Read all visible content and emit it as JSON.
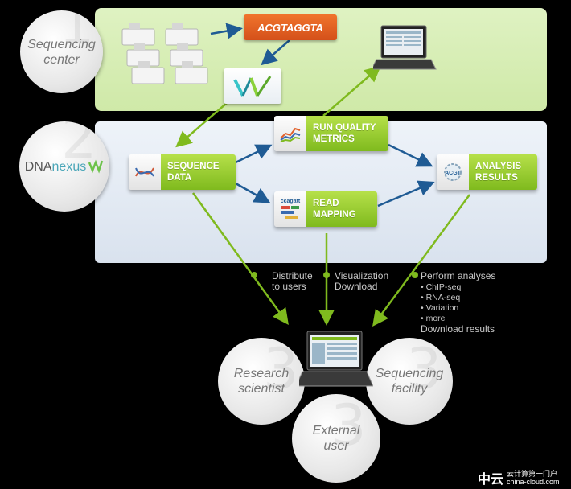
{
  "circles": {
    "sequencing_center": "Sequencing center",
    "research_scientist": "Research scientist",
    "external_user": "External user",
    "sequencing_facility": "Sequencing facility",
    "numbers": [
      "1",
      "2",
      "3",
      "3",
      "3"
    ]
  },
  "top": {
    "sequence_chip": "ACGTAGGTA"
  },
  "logo": {
    "dna": "DNA",
    "nexus": "nexus"
  },
  "boxes": {
    "sequence_data": "SEQUENCE DATA",
    "run_quality": "RUN QUALITY METRICS",
    "read_mapping": "READ MAPPING",
    "analysis_results": "ANALYSIS RESULTS",
    "read_mapping_icon_text": "ccagatt",
    "analysis_icon_text": "ACGT"
  },
  "notes": {
    "distribute": "Distribute to users",
    "visualization": "Visualization Download",
    "perform": "Perform analyses",
    "bullets": [
      "ChIP-seq",
      "RNA-seq",
      "Variation",
      "more"
    ],
    "download_results": "Download results"
  },
  "watermark": {
    "brand": "中云",
    "text": "云计算第一门户",
    "url": "china-cloud.com"
  },
  "colors": {
    "accent_green": "#7fba1e",
    "arrow_blue": "#1f5b94",
    "orange": "#e2602a"
  }
}
